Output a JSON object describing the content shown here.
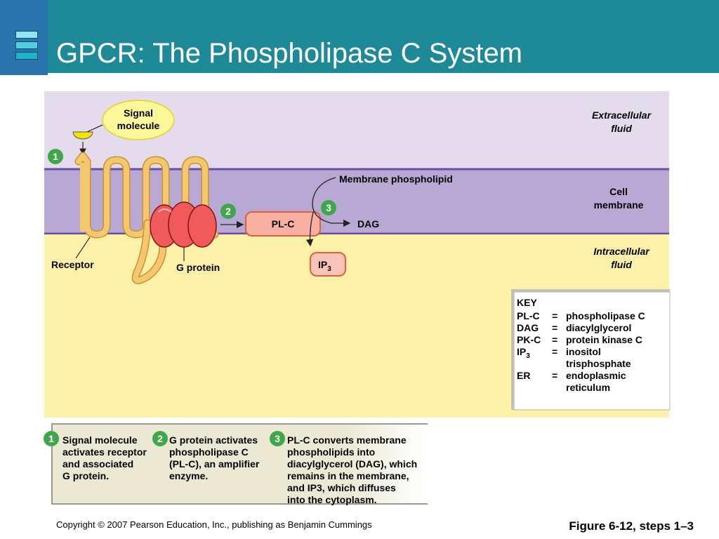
{
  "title": "GPCR: The Phospholipase C System",
  "diagram": {
    "signal_molecule": "Signal molecule",
    "signal_line1": "Signal",
    "signal_line2": "molecule",
    "extracellular_line1": "Extracellular",
    "extracellular_line2": "fluid",
    "membrane_phospholipid": "Membrane phospholipid",
    "cell_membrane_line1": "Cell",
    "cell_membrane_line2": "membrane",
    "intracellular_line1": "Intracellular",
    "intracellular_line2": "fluid",
    "plc": "PL-C",
    "dag": "DAG",
    "ip3_base": "IP",
    "ip3_sub": "3",
    "receptor": "Receptor",
    "g_protein": "G protein",
    "step1": "1",
    "step2": "2",
    "step3": "3"
  },
  "key": {
    "title": "KEY",
    "rows": [
      {
        "abbr": "PL-C",
        "eq": "=",
        "def": "phospholipase C"
      },
      {
        "abbr": "DAG",
        "eq": "=",
        "def": "diacylglycerol"
      },
      {
        "abbr": "PK-C",
        "eq": "=",
        "def": "protein kinase C"
      },
      {
        "abbr": "IP",
        "sub": "3",
        "eq": "=",
        "def": "inositol",
        "def2": "trisphosphate"
      },
      {
        "abbr": "ER",
        "eq": "=",
        "def": "endoplasmic",
        "def2": "reticulum"
      }
    ]
  },
  "steps": [
    {
      "num": "1",
      "lines": [
        "Signal molecule",
        "activates receptor",
        "and associated",
        "G protein."
      ]
    },
    {
      "num": "2",
      "lines": [
        "G protein activates",
        "phospholipase C",
        "(PL-C), an amplifier",
        "enzyme."
      ]
    },
    {
      "num": "3",
      "lines": [
        "PL-C converts membrane",
        "phospholipids into",
        "diacylglycerol (DAG), which",
        "remains in the membrane,",
        "and IP3, which diffuses",
        "into the cytoplasm."
      ]
    }
  ],
  "footer": {
    "copyright": "Copyright © 2007 Pearson Education, Inc., publishing as Benjamin Cummings",
    "figure": "Figure 6-12, steps 1–3"
  },
  "colors": {
    "header": "#1e8a98",
    "extracellular": "#e4dcec",
    "membrane": "#b8a8d4",
    "intracellular": "#fdf0a8",
    "receptor": "#f5c870",
    "g_protein": "#f05a5a",
    "enzyme": "#f9b0a2",
    "step_badge": "#3fa64a"
  }
}
